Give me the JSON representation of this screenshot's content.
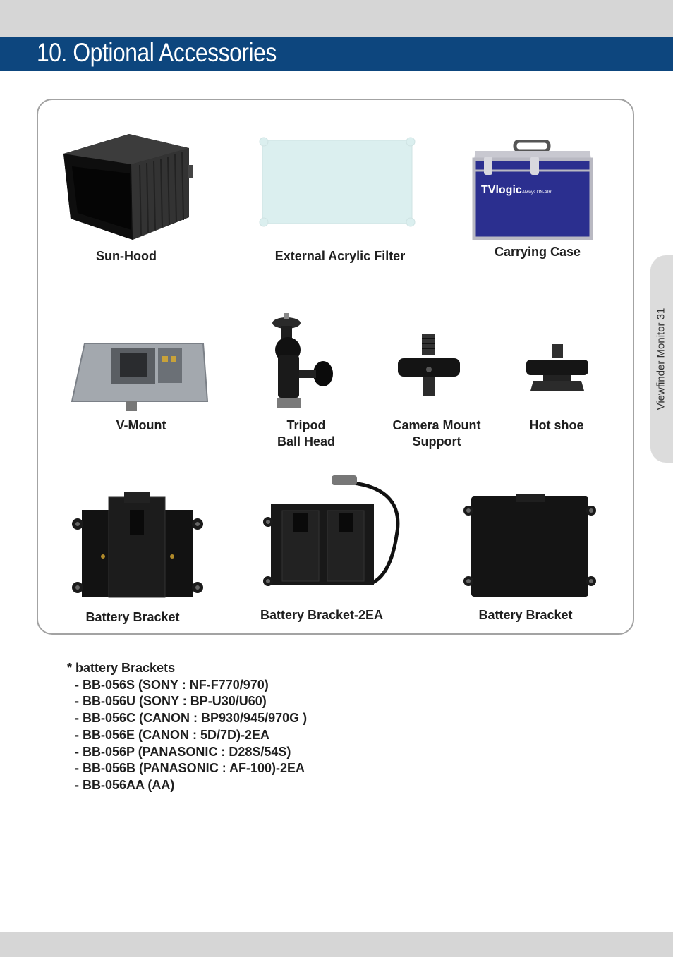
{
  "header": {
    "title": "10. Optional Accessories"
  },
  "side_tab": {
    "text": "Viewfinder Monitor  31"
  },
  "accessories": {
    "sun_hood": "Sun-Hood",
    "acrylic_filter": "External Acrylic Filter",
    "carrying_case": "Carrying Case",
    "case_brand": "TVlogic",
    "case_tagline": "Always ON-AIR",
    "v_mount": "V-Mount",
    "tripod_line1": "Tripod",
    "tripod_line2": "Ball Head",
    "camera_mount_line1": "Camera Mount",
    "camera_mount_line2": "Support",
    "hot_shoe": "Hot shoe",
    "battery_bracket_1": "Battery Bracket",
    "battery_bracket_2ea": "Battery Bracket-2EA",
    "battery_bracket_2": "Battery Bracket"
  },
  "notes": {
    "heading": "* battery Brackets",
    "items": [
      "- BB-056S (SONY : NF-F770/970)",
      "- BB-056U (SONY : BP-U30/U60)",
      "- BB-056C (CANON : BP930/945/970G )",
      "- BB-056E (CANON : 5D/7D)-2EA",
      "- BB-056P (PANASONIC : D28S/54S)",
      "- BB-056B (PANASONIC : AF-100)-2EA",
      "- BB-056AA (AA)"
    ]
  },
  "colors": {
    "header_bar": "#0d467e",
    "panel_border": "#a3a3a3",
    "band_gray": "#d6d6d6",
    "case_blue": "#2b2f8f"
  }
}
